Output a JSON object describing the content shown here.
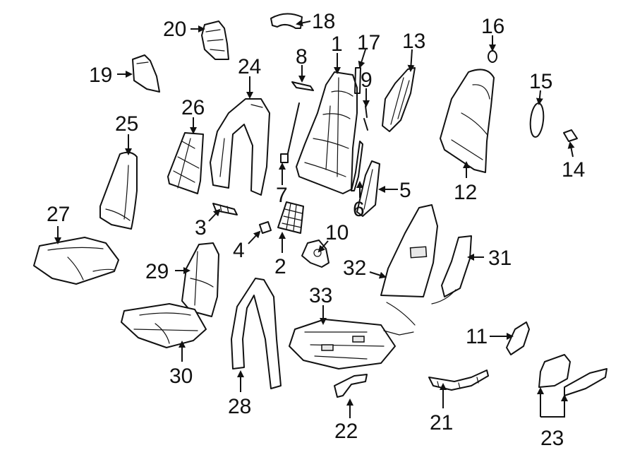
{
  "callouts": {
    "c1": "1",
    "c2": "2",
    "c3": "3",
    "c4": "4",
    "c5": "5",
    "c6": "6",
    "c7": "7",
    "c8": "8",
    "c9": "9",
    "c10": "10",
    "c11": "11",
    "c12": "12",
    "c13": "13",
    "c14": "14",
    "c15": "15",
    "c16": "16",
    "c17": "17",
    "c18": "18",
    "c19": "19",
    "c20": "20",
    "c21": "21",
    "c22": "22",
    "c23": "23",
    "c24": "24",
    "c25": "25",
    "c26": "26",
    "c27": "27",
    "c28": "28",
    "c29": "29",
    "c30": "30",
    "c31": "31",
    "c32": "32",
    "c33": "33"
  }
}
